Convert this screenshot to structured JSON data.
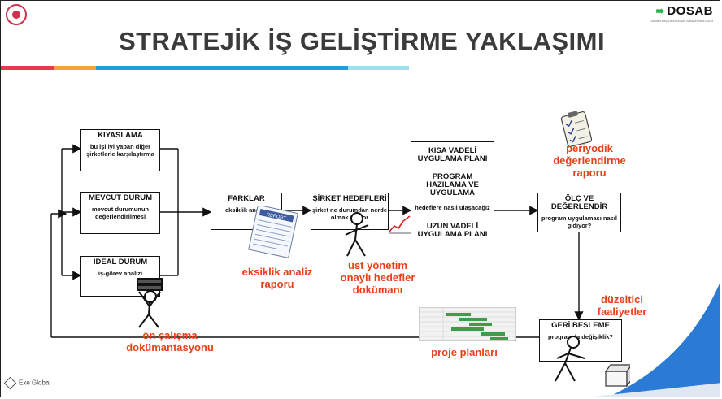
{
  "header": {
    "title": "STRATEJİK İŞ GELİŞTİRME YAKLAŞIMI",
    "brand": "DOSAB",
    "brand_sub": "DEMİRTAŞ ORGANİZE SANAYİ BÖLGESİ"
  },
  "colors": {
    "title": "#3b3b3b",
    "label": "#e8411a",
    "stripe_red": "#e8394f",
    "stripe_orange": "#f6a23a",
    "stripe_blue": "#1e9fd9",
    "stripe_light": "#9fe0f0",
    "corner_blue": "#2b7bd6"
  },
  "boxes": {
    "kiyaslama": {
      "title": "KIYASLAMA",
      "body": "bu işi iyi yapan diğer şirketlerle karşılaştırma"
    },
    "mevcut": {
      "title": "MEVCUT DURUM",
      "body": "mevcut durumunun değerlendirilmesi"
    },
    "ideal": {
      "title": "İDEAL DURUM",
      "body": "iş-görev analizi"
    },
    "farklar": {
      "title": "FARKLAR",
      "body": "eksiklik analizi"
    },
    "sirket": {
      "title": "ŞİRKET HEDEFLERİ",
      "body": "şirket ne durumdan nerde olmak istiyor"
    },
    "plan": {
      "title1": "KISA VADELİ UYGULAMA PLANI",
      "title2": "PROGRAM HAZILAMA VE UYGULAMA",
      "body": "hedeflere nasıl ulaşacağız",
      "title3": "UZUN VADELİ UYGULAMA PLANI"
    },
    "olcve": {
      "title": "ÖLÇ VE DEĞERLENDİR",
      "body": "program uygulaması nasıl gidiyor?"
    },
    "geri": {
      "title": "GERİ BESLEME",
      "body": "programda değişiklik?"
    }
  },
  "labels": {
    "eksiklik": "eksiklik analiz raporu",
    "ust": "üst yönetim onaylı hedefler dokümanı",
    "periyodik": "periyodik değerlendirme raporu",
    "duzeltici": "düzeltici faaliyetler",
    "on_calisma": "ön çalışma dokümantasyonu",
    "proje": "proje planları"
  },
  "document": {
    "report_text": "REPORT"
  },
  "footer": {
    "logo_text": "Exe Global"
  },
  "icons": [
    "organization-emblem-icon",
    "dosab-logo-icon",
    "report-document-icon",
    "clipboard-checklist-icon",
    "gantt-chart-icon",
    "person-carrying-icon",
    "cardboard-box-icon",
    "rising-graph-icon"
  ]
}
